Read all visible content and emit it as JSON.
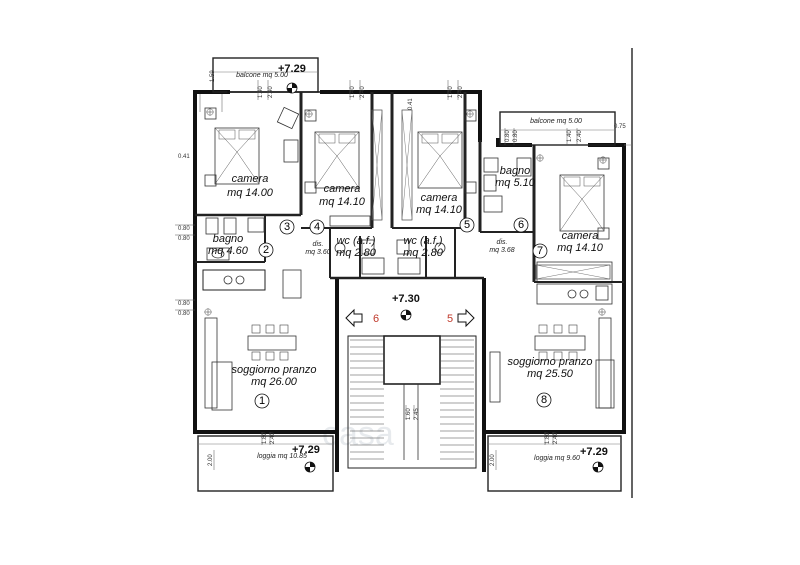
{
  "rooms": {
    "camera_1": {
      "name": "camera",
      "area": "mq 14.00"
    },
    "camera_2": {
      "name": "camera",
      "area": "mq 14.10"
    },
    "camera_3": {
      "name": "camera",
      "area": "mq 14.10"
    },
    "camera_4": {
      "name": "camera",
      "area": "mq 14.10"
    },
    "bagno_1": {
      "name": "bagno",
      "area": "mq 4.60"
    },
    "bagno_2": {
      "name": "bagno",
      "area": "mq 5.10"
    },
    "wc_1": {
      "name": "wc (a.f.)",
      "area": "mq 2.80"
    },
    "wc_2": {
      "name": "wc (a.f.)",
      "area": "mq 2.80"
    },
    "dis_1": {
      "name": "dis.",
      "area": "mq 3.60"
    },
    "dis_2": {
      "name": "dis.",
      "area": "mq 3.68"
    },
    "soggiorno_1": {
      "name": "soggiorno pranzo",
      "area": "mq 26.00"
    },
    "soggiorno_2": {
      "name": "soggiorno pranzo",
      "area": "mq 25.50"
    }
  },
  "outdoor": {
    "balcone_1": "balcone mq 5.00",
    "balcone_2": "balcone mq 5.00",
    "loggia_1": "loggia mq 10.85",
    "loggia_2": "loggia mq 9.60"
  },
  "levels": {
    "top_balcony": "+7.29",
    "landing": "+7.30",
    "loggia_left": "+7.29",
    "loggia_right": "+7.29"
  },
  "numbers": {
    "n1": "1",
    "n2": "2",
    "n3": "3",
    "n4": "4",
    "n5": "5",
    "n6": "6",
    "n7": "7",
    "n8": "8",
    "landing_left": "6",
    "landing_right": "5"
  },
  "dimensions": {
    "d_1_59": "1.59",
    "d_1_40a": "1.40",
    "d_2_40a": "2.40",
    "d_1_40b": "1.40",
    "d_2_40b": "2.40",
    "d_1_40c": "1.40",
    "d_2_40c": "2.40",
    "d_0_80a": "0.80",
    "d_0_80b": "0.80",
    "d_1_40d": "1.40",
    "d_2_40d": "2.40",
    "d_0_75": "0.75",
    "d_0_41a": "0.41",
    "d_0_41b": "0.41",
    "d_0_80c": "0.80",
    "d_0_80d": "0.80",
    "d_0_80e": "0.80",
    "d_0_80f": "0.80",
    "d_1_80a": "1.80",
    "d_2_40e": "2.40",
    "d_1_80b": "1.80",
    "d_2_40f": "2.40",
    "d_1_60": "1.60",
    "d_2_45": "2.45",
    "d_2_00a": "2.00",
    "d_2_00b": "2.00"
  },
  "watermark": "casa"
}
